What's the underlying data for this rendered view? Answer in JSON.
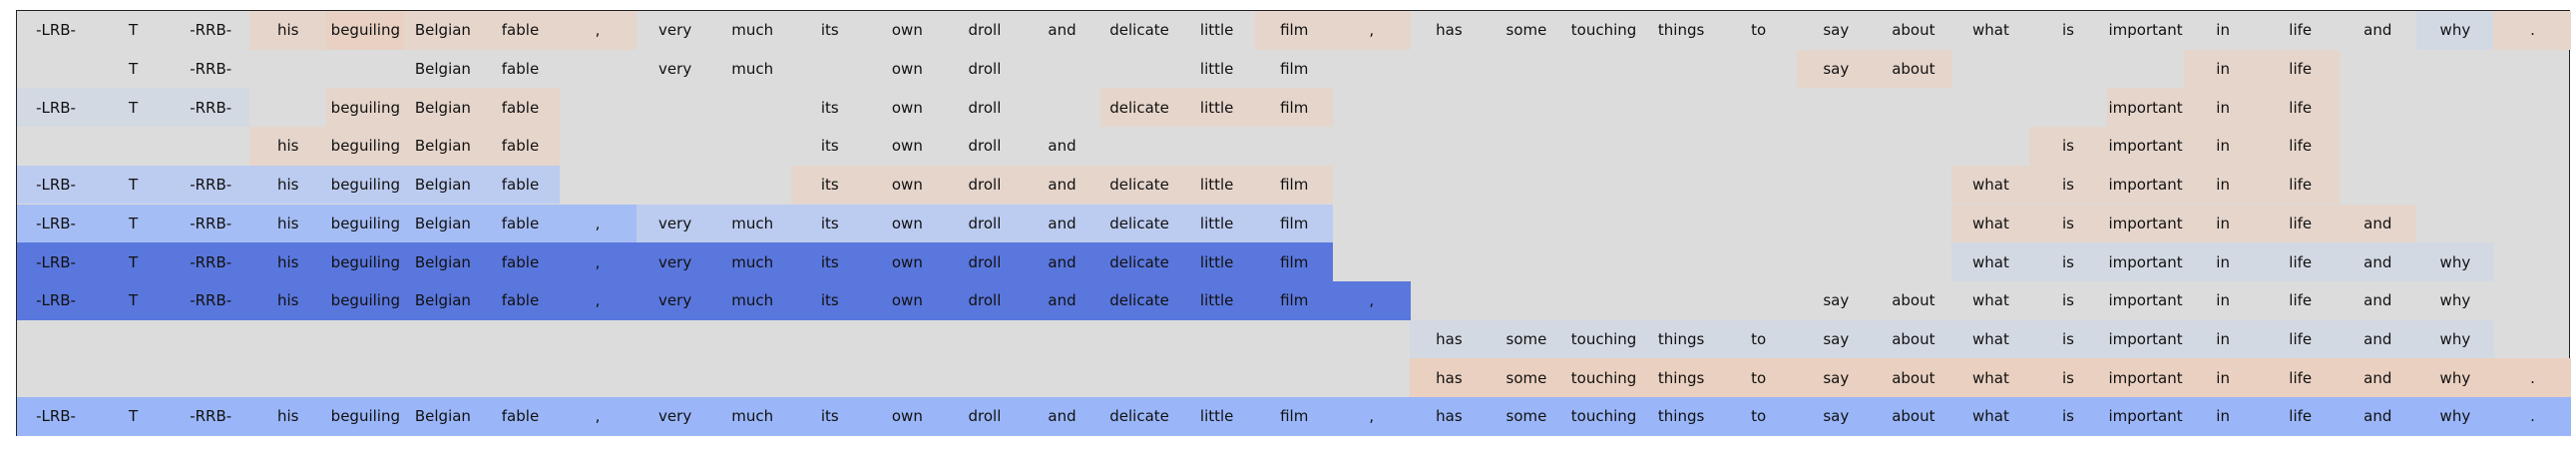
{
  "tokens": [
    "-LRB-",
    "T",
    "-RRB-",
    "his",
    "beguiling",
    "Belgian",
    "fable",
    ",",
    "very",
    "much",
    "its",
    "own",
    "droll",
    "and",
    "delicate",
    "little",
    "film",
    ",",
    "has",
    "some",
    "touching",
    "things",
    "to",
    "say",
    "about",
    "what",
    "is",
    "important",
    "in",
    "life",
    "and",
    "why",
    "."
  ],
  "colors": {
    "bg": "#dcdcdc",
    "w": "#e6d5cb",
    "s": "#e8d0c2",
    "p": "#ead0c0",
    "g": "#d3d9e3",
    "b1": "#bccbf0",
    "b2": "#a5bdf5",
    "b3": "#9ab6f9",
    "b4": "#5a77dd"
  },
  "rows": [
    {
      "present": [
        0,
        1,
        2,
        3,
        4,
        5,
        6,
        7,
        8,
        9,
        10,
        11,
        12,
        13,
        14,
        15,
        16,
        17,
        18,
        19,
        20,
        21,
        22,
        23,
        24,
        25,
        26,
        27,
        28,
        29,
        30,
        31,
        32
      ],
      "shades": {
        "3": "w",
        "4": "s",
        "5": "w",
        "6": "w",
        "7": "w",
        "16": "w",
        "17": "w",
        "31": "g",
        "32": "w"
      }
    },
    {
      "present": [
        1,
        2,
        5,
        6,
        8,
        9,
        11,
        12,
        15,
        16,
        23,
        24,
        28,
        29
      ],
      "shades": {
        "23": "w",
        "24": "w",
        "28": "w",
        "29": "w"
      }
    },
    {
      "present": [
        0,
        1,
        2,
        4,
        5,
        6,
        10,
        11,
        12,
        14,
        15,
        16,
        27,
        28,
        29
      ],
      "shades": {
        "0": "g",
        "1": "g",
        "2": "g",
        "4": "w",
        "5": "w",
        "6": "w",
        "14": "w",
        "15": "w",
        "16": "w",
        "27": "w",
        "28": "w",
        "29": "w"
      }
    },
    {
      "present": [
        3,
        4,
        5,
        6,
        10,
        11,
        12,
        13,
        26,
        27,
        28,
        29
      ],
      "shades": {
        "3": "w",
        "4": "w",
        "5": "w",
        "6": "w",
        "26": "w",
        "27": "w",
        "28": "w",
        "29": "w"
      }
    },
    {
      "present": [
        0,
        1,
        2,
        3,
        4,
        5,
        6,
        10,
        11,
        12,
        13,
        14,
        15,
        16,
        25,
        26,
        27,
        28,
        29
      ],
      "shades": {
        "0": "b1",
        "1": "b1",
        "2": "b1",
        "3": "b1",
        "4": "b1",
        "5": "b1",
        "6": "b1",
        "10": "w",
        "11": "w",
        "12": "w",
        "13": "w",
        "14": "w",
        "15": "w",
        "16": "w",
        "25": "w",
        "26": "w",
        "27": "w",
        "28": "w",
        "29": "w"
      }
    },
    {
      "present": [
        0,
        1,
        2,
        3,
        4,
        5,
        6,
        7,
        8,
        9,
        10,
        11,
        12,
        13,
        14,
        15,
        16,
        25,
        26,
        27,
        28,
        29,
        30
      ],
      "shades": {
        "0": "b2",
        "1": "b2",
        "2": "b2",
        "3": "b2",
        "4": "b2",
        "5": "b2",
        "6": "b2",
        "7": "b2",
        "8": "b1",
        "9": "b1",
        "10": "b1",
        "11": "b1",
        "12": "b1",
        "13": "b1",
        "14": "b1",
        "15": "b1",
        "16": "b1",
        "25": "w",
        "26": "w",
        "27": "w",
        "28": "w",
        "29": "w",
        "30": "w"
      }
    },
    {
      "present": [
        0,
        1,
        2,
        3,
        4,
        5,
        6,
        7,
        8,
        9,
        10,
        11,
        12,
        13,
        14,
        15,
        16,
        25,
        26,
        27,
        28,
        29,
        30,
        31
      ],
      "shades": {
        "0": "b4",
        "1": "b4",
        "2": "b4",
        "3": "b4",
        "4": "b4",
        "5": "b4",
        "6": "b4",
        "7": "b4",
        "8": "b4",
        "9": "b4",
        "10": "b4",
        "11": "b4",
        "12": "b4",
        "13": "b4",
        "14": "b4",
        "15": "b4",
        "16": "b4",
        "25": "g",
        "26": "g",
        "27": "g",
        "28": "g",
        "29": "g",
        "30": "g",
        "31": "g"
      }
    },
    {
      "present": [
        0,
        1,
        2,
        3,
        4,
        5,
        6,
        7,
        8,
        9,
        10,
        11,
        12,
        13,
        14,
        15,
        16,
        17,
        23,
        24,
        25,
        26,
        27,
        28,
        29,
        30,
        31
      ],
      "shades": {
        "0": "b4",
        "1": "b4",
        "2": "b4",
        "3": "b4",
        "4": "b4",
        "5": "b4",
        "6": "b4",
        "7": "b4",
        "8": "b4",
        "9": "b4",
        "10": "b4",
        "11": "b4",
        "12": "b4",
        "13": "b4",
        "14": "b4",
        "15": "b4",
        "16": "b4",
        "17": "b4"
      }
    },
    {
      "present": [
        18,
        19,
        20,
        21,
        22,
        23,
        24,
        25,
        26,
        27,
        28,
        29,
        30,
        31
      ],
      "shades": {
        "18": "g",
        "19": "g",
        "20": "g",
        "21": "g",
        "22": "g",
        "23": "g",
        "24": "g",
        "25": "g",
        "26": "g",
        "27": "g",
        "28": "g",
        "29": "g",
        "30": "g",
        "31": "g"
      }
    },
    {
      "present": [
        18,
        19,
        20,
        21,
        22,
        23,
        24,
        25,
        26,
        27,
        28,
        29,
        30,
        31,
        32
      ],
      "shades": {
        "18": "p",
        "19": "p",
        "20": "p",
        "21": "p",
        "22": "p",
        "23": "p",
        "24": "p",
        "25": "p",
        "26": "p",
        "27": "p",
        "28": "p",
        "29": "p",
        "30": "p",
        "31": "p",
        "32": "p"
      }
    },
    {
      "present": [
        0,
        1,
        2,
        3,
        4,
        5,
        6,
        7,
        8,
        9,
        10,
        11,
        12,
        13,
        14,
        15,
        16,
        17,
        18,
        19,
        20,
        21,
        22,
        23,
        24,
        25,
        26,
        27,
        28,
        29,
        30,
        31,
        32
      ],
      "shades": {
        "0": "b3",
        "1": "b3",
        "2": "b3",
        "3": "b3",
        "4": "b3",
        "5": "b3",
        "6": "b3",
        "7": "b3",
        "8": "b3",
        "9": "b3",
        "10": "b3",
        "11": "b3",
        "12": "b3",
        "13": "b3",
        "14": "b3",
        "15": "b3",
        "16": "b3",
        "17": "b3",
        "18": "b3",
        "19": "b3",
        "20": "b3",
        "21": "b3",
        "22": "b3",
        "23": "b3",
        "24": "b3",
        "25": "b3",
        "26": "b3",
        "27": "b3",
        "28": "b3",
        "29": "b3",
        "30": "b3",
        "31": "b3",
        "32": "b3"
      }
    }
  ]
}
